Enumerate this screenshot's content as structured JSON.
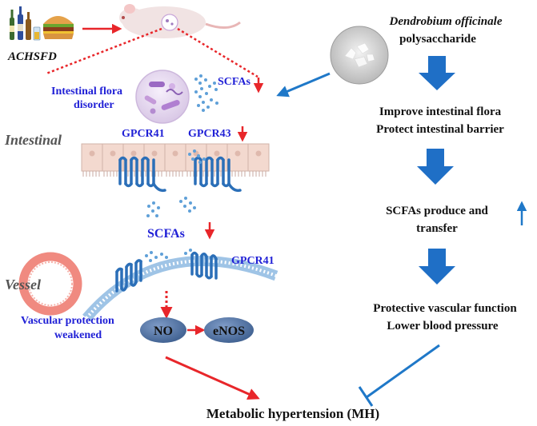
{
  "diet_label": "ACHSFD",
  "left_panel": {
    "flora_label_line1": "Intestinal flora",
    "flora_label_line2": "disorder",
    "scfas_top": "SCFAs",
    "intestinal_label": "Intestinal",
    "gpcr41_top": "GPCR41",
    "gpcr43_top": "GPCR43",
    "scfas_mid": "SCFAs",
    "vessel_label": "Vessel",
    "gpcr41_vessel": "GPCR41",
    "vascular_line1": "Vascular protection",
    "vascular_line2": "weakened",
    "no_label": "NO",
    "enos_label": "eNOS"
  },
  "right_panel": {
    "compound_name": "Dendrobium officinale",
    "compound_type": "polysaccharide",
    "step1_line1": "Improve intestinal flora",
    "step1_line2": "Protect intestinal barrier",
    "step2_line1": "SCFAs produce and",
    "step2_line2": "transfer",
    "step3_line1": "Protective vascular function",
    "step3_line2": "Lower blood pressure"
  },
  "outcome": "Metabolic hypertension (MH)",
  "colors": {
    "red_arrow": "#e8262a",
    "blue_arrow": "#1f78c8",
    "label_blue": "#1f1fd6",
    "receptor_blue": "#2b6fb8",
    "cell_fill": "#f3d9cf",
    "vessel_red": "#f08a80",
    "node_fill": "#4a6a9a"
  }
}
